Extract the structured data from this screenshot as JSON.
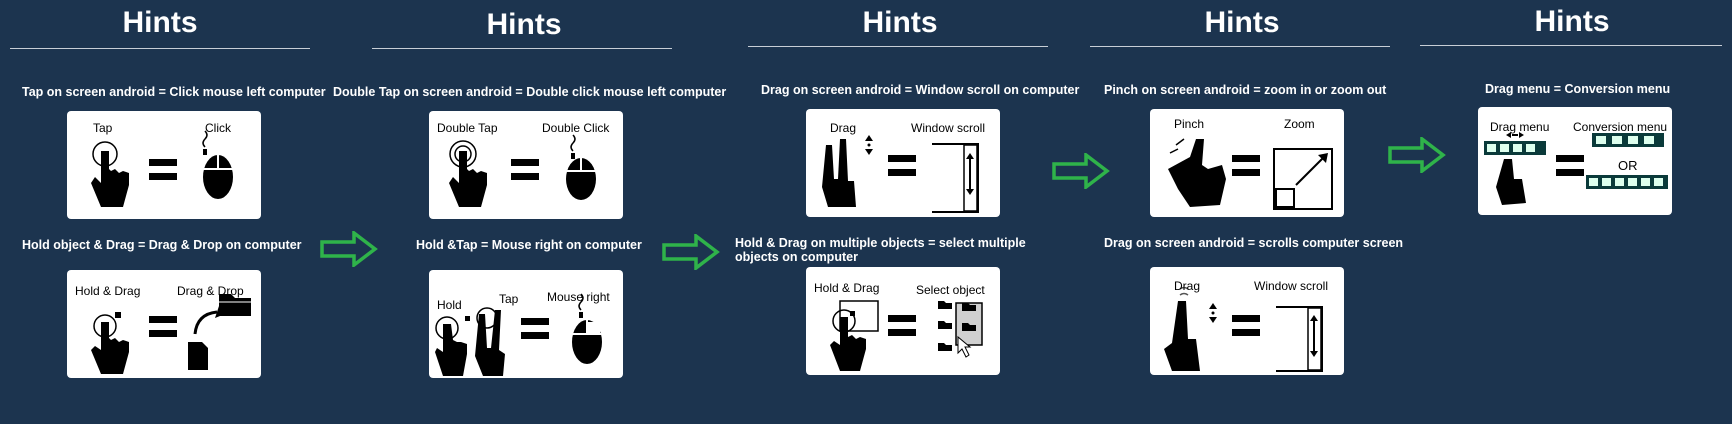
{
  "headers": [
    "Hints",
    "Hints",
    "Hints",
    "Hints",
    "Hints"
  ],
  "captions": {
    "c1": "Tap on screen android = Click mouse left computer",
    "c2": "Double Tap on screen android = Double click mouse left computer",
    "c3": "Drag on screen android = Window scroll on computer",
    "c4": "Pinch on screen android = zoom in or zoom out",
    "c5": "Drag menu = Conversion menu",
    "c6": "Hold object & Drag = Drag & Drop on computer",
    "c7": "Hold &Tap = Mouse right on computer",
    "c8": "Hold & Drag on multiple objects = select multiple objects on computer",
    "c9": "Drag on screen android = scrolls computer screen"
  },
  "cards": {
    "tap": {
      "left": "Tap",
      "right": "Click"
    },
    "dtap": {
      "left": "Double Tap",
      "right": "Double Click"
    },
    "drag": {
      "left": "Drag",
      "right": "Window scroll"
    },
    "pinch": {
      "left": "Pinch",
      "right": "Zoom"
    },
    "menu": {
      "left": "Drag menu",
      "right": "Conversion menu",
      "or": "OR"
    },
    "holddrag": {
      "left": "Hold & Drag",
      "right": "Drag & Drop"
    },
    "holdtap": {
      "left": "Hold",
      "mid": "Tap",
      "right": "Mouse right"
    },
    "multi": {
      "left": "Hold & Drag",
      "right": "Select object"
    },
    "scroll": {
      "left": "Drag",
      "right": "Window scroll"
    }
  },
  "colors": {
    "background": "#1c344f",
    "arrow": "#2fb34a",
    "card": "#ffffff"
  }
}
